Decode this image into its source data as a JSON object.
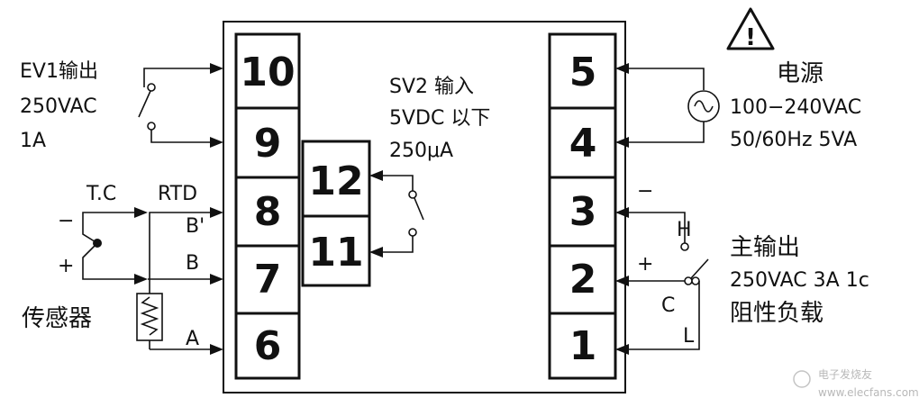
{
  "terminals_left": [
    {
      "id": "t10",
      "label": "10"
    },
    {
      "id": "t9",
      "label": "9"
    },
    {
      "id": "t8",
      "label": "8"
    },
    {
      "id": "t7",
      "label": "7"
    },
    {
      "id": "t6",
      "label": "6"
    }
  ],
  "terminals_mid": [
    {
      "id": "t12",
      "label": "12"
    },
    {
      "id": "t11",
      "label": "11"
    }
  ],
  "terminals_right": [
    {
      "id": "t5",
      "label": "5"
    },
    {
      "id": "t4",
      "label": "4"
    },
    {
      "id": "t3",
      "label": "3"
    },
    {
      "id": "t2",
      "label": "2"
    },
    {
      "id": "t1",
      "label": "1"
    }
  ],
  "ev1": {
    "line1": "EV1输出",
    "line2": "250VAC",
    "line3": "1A"
  },
  "sv2": {
    "line1": "SV2 输入",
    "line2": "5VDC 以下",
    "line3": "250μA"
  },
  "sensor": {
    "tc": "T.C",
    "rtd": "RTD",
    "bprime": "B'",
    "b": "B",
    "a": "A",
    "minus": "−",
    "plus": "+",
    "label": "传感器"
  },
  "power": {
    "title": "电源",
    "line1": "100−240VAC",
    "line2": "50/60Hz 5VA"
  },
  "main_output": {
    "title": "主输出",
    "line1": "250VAC 3A 1c",
    "line2": "阻性负载",
    "minus": "−",
    "plus": "+",
    "h": "H",
    "c": "C",
    "l": "L"
  },
  "warning_symbol": "!",
  "watermark": {
    "line1": "电子发烧友",
    "line2": "www.elecfans.com"
  }
}
